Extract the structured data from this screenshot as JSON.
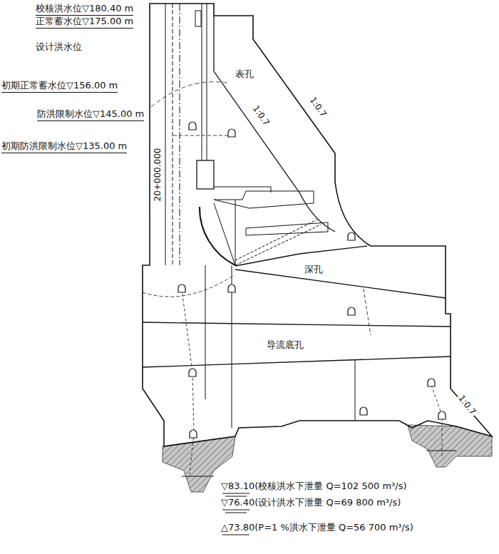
{
  "diagram": {
    "labels": [
      "校核洪水位▽180.40 m",
      "正常蓄水位▽175.00 m",
      "设计洪水位",
      "初期正常蓄水位▽156.00 m",
      "防洪限制水位▽145.00 m",
      "初期防洪限制水位▽135.00 m",
      "20+000.000",
      "表孔",
      "1:0.7",
      "1:0.7",
      "深孔",
      "导流底孔",
      "1:0.7",
      "▽83.10(校核洪水下泄量 Q=102 500 m³/s)",
      "▽76.40(设计洪水下泄量 Q=69 800 m³/s)",
      "△73.80(P=1 %洪水下泄量 Q=56 700 m³/s)"
    ]
  }
}
